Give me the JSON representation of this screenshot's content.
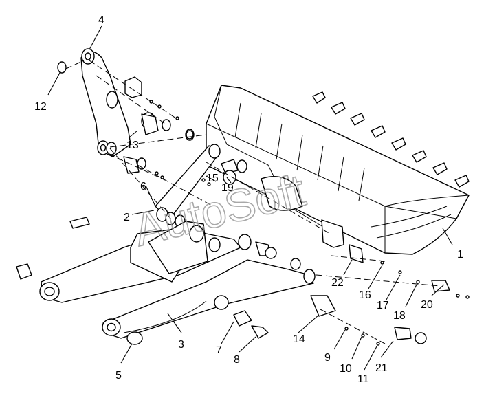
{
  "watermark": "AutoSoft",
  "callouts": [
    {
      "id": "1",
      "text": "1"
    },
    {
      "id": "2",
      "text": "2"
    },
    {
      "id": "3",
      "text": "3"
    },
    {
      "id": "4",
      "text": "4"
    },
    {
      "id": "5",
      "text": "5"
    },
    {
      "id": "6",
      "text": "6"
    },
    {
      "id": "7",
      "text": "7"
    },
    {
      "id": "8",
      "text": "8"
    },
    {
      "id": "9",
      "text": "9"
    },
    {
      "id": "10",
      "text": "10"
    },
    {
      "id": "11",
      "text": "11"
    },
    {
      "id": "12",
      "text": "12"
    },
    {
      "id": "13",
      "text": "13"
    },
    {
      "id": "14",
      "text": "14"
    },
    {
      "id": "15",
      "text": "15"
    },
    {
      "id": "16",
      "text": "16"
    },
    {
      "id": "17",
      "text": "17"
    },
    {
      "id": "18",
      "text": "18"
    },
    {
      "id": "19",
      "text": "19"
    },
    {
      "id": "20",
      "text": "20"
    },
    {
      "id": "21",
      "text": "21"
    },
    {
      "id": "22",
      "text": "22"
    }
  ]
}
